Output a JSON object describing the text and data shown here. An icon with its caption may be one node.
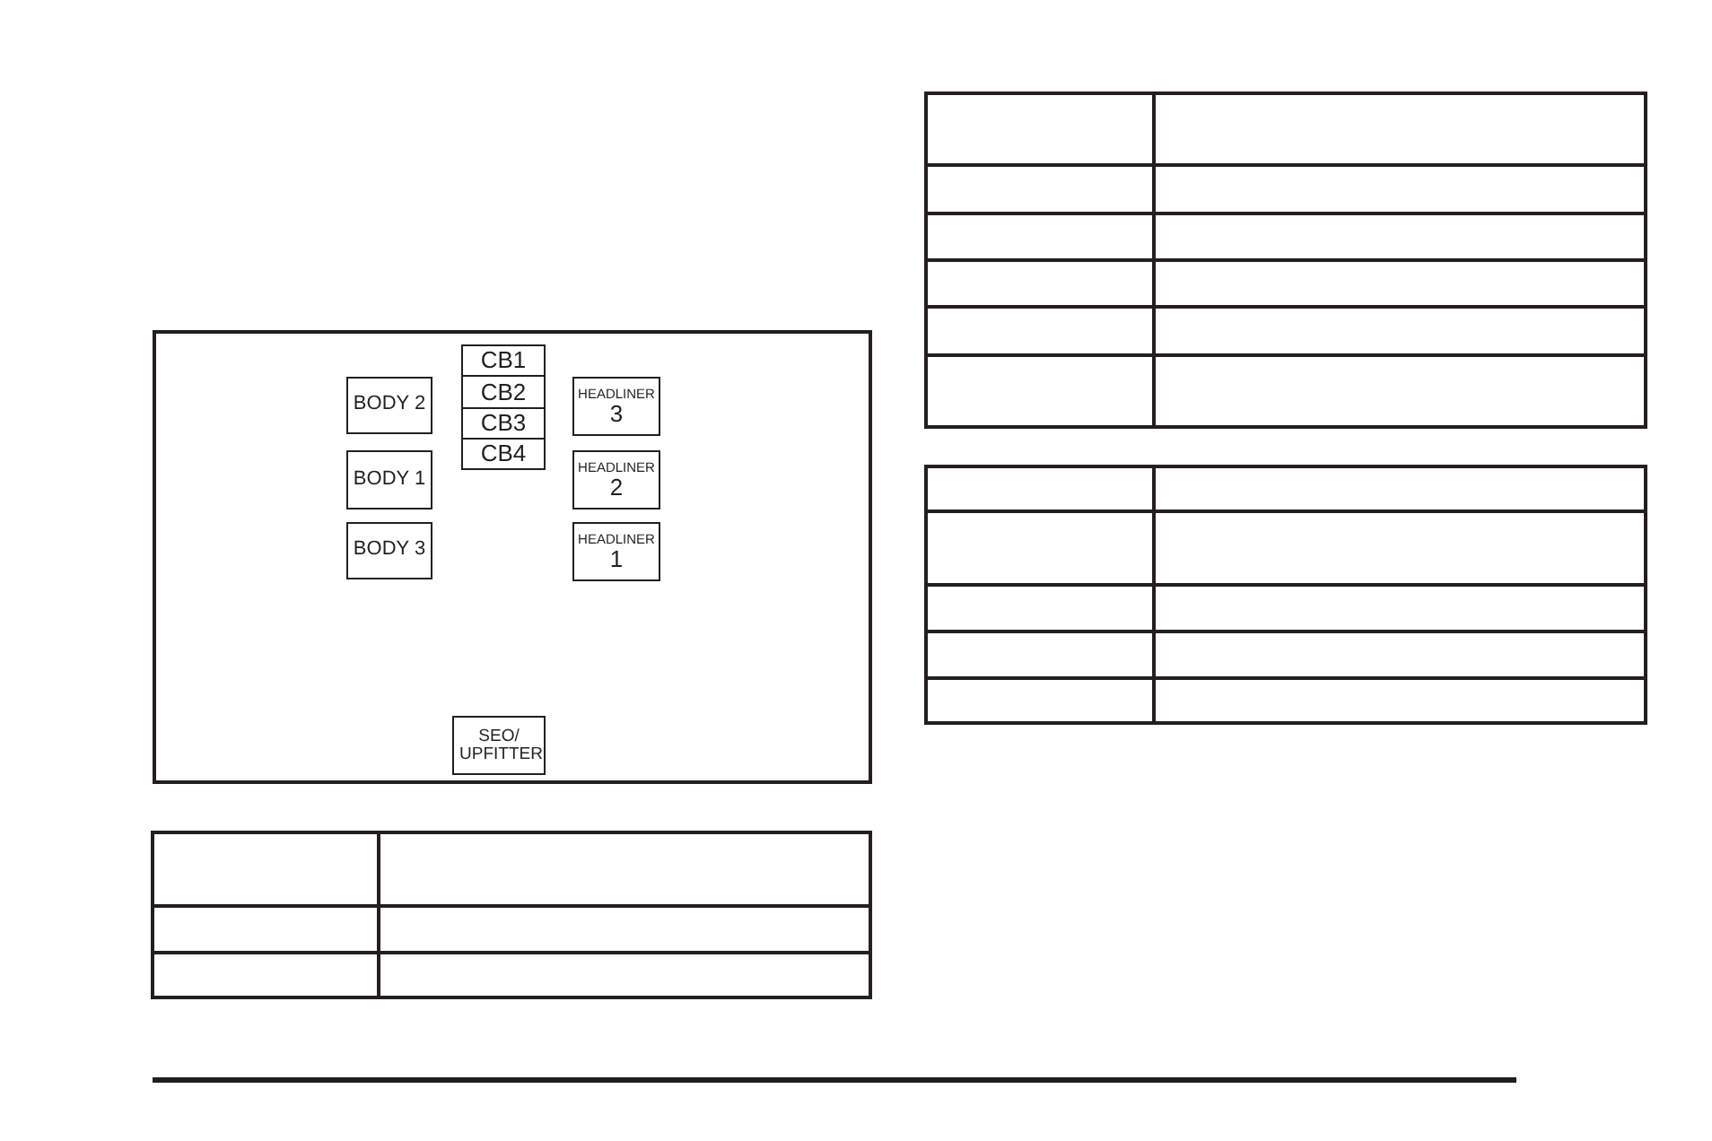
{
  "diagram": {
    "nodes": [
      {
        "text": [],
        "shape": "box"
      },
      {
        "text": [
          "BODY 2"
        ],
        "in": 0
      },
      {
        "text": [
          "BODY 1"
        ],
        "in": 0
      },
      {
        "text": [
          "BODY 3"
        ],
        "in": 0
      },
      {
        "text": [
          "CB1"
        ],
        "in": 0
      },
      {
        "text": [
          "CB2"
        ],
        "in": 0
      },
      {
        "text": [
          "CB3"
        ],
        "in": 0
      },
      {
        "text": [
          "CB4"
        ],
        "in": 0
      },
      {
        "text": [
          "HEADLINER",
          "3"
        ],
        "in": 0
      },
      {
        "text": [
          "HEADLINER",
          "2"
        ],
        "in": 0
      },
      {
        "text": [
          "HEADLINER",
          "1"
        ],
        "in": 0
      },
      {
        "text": [
          "SEO/ UPFITTER"
        ],
        "in": 0
      }
    ]
  }
}
